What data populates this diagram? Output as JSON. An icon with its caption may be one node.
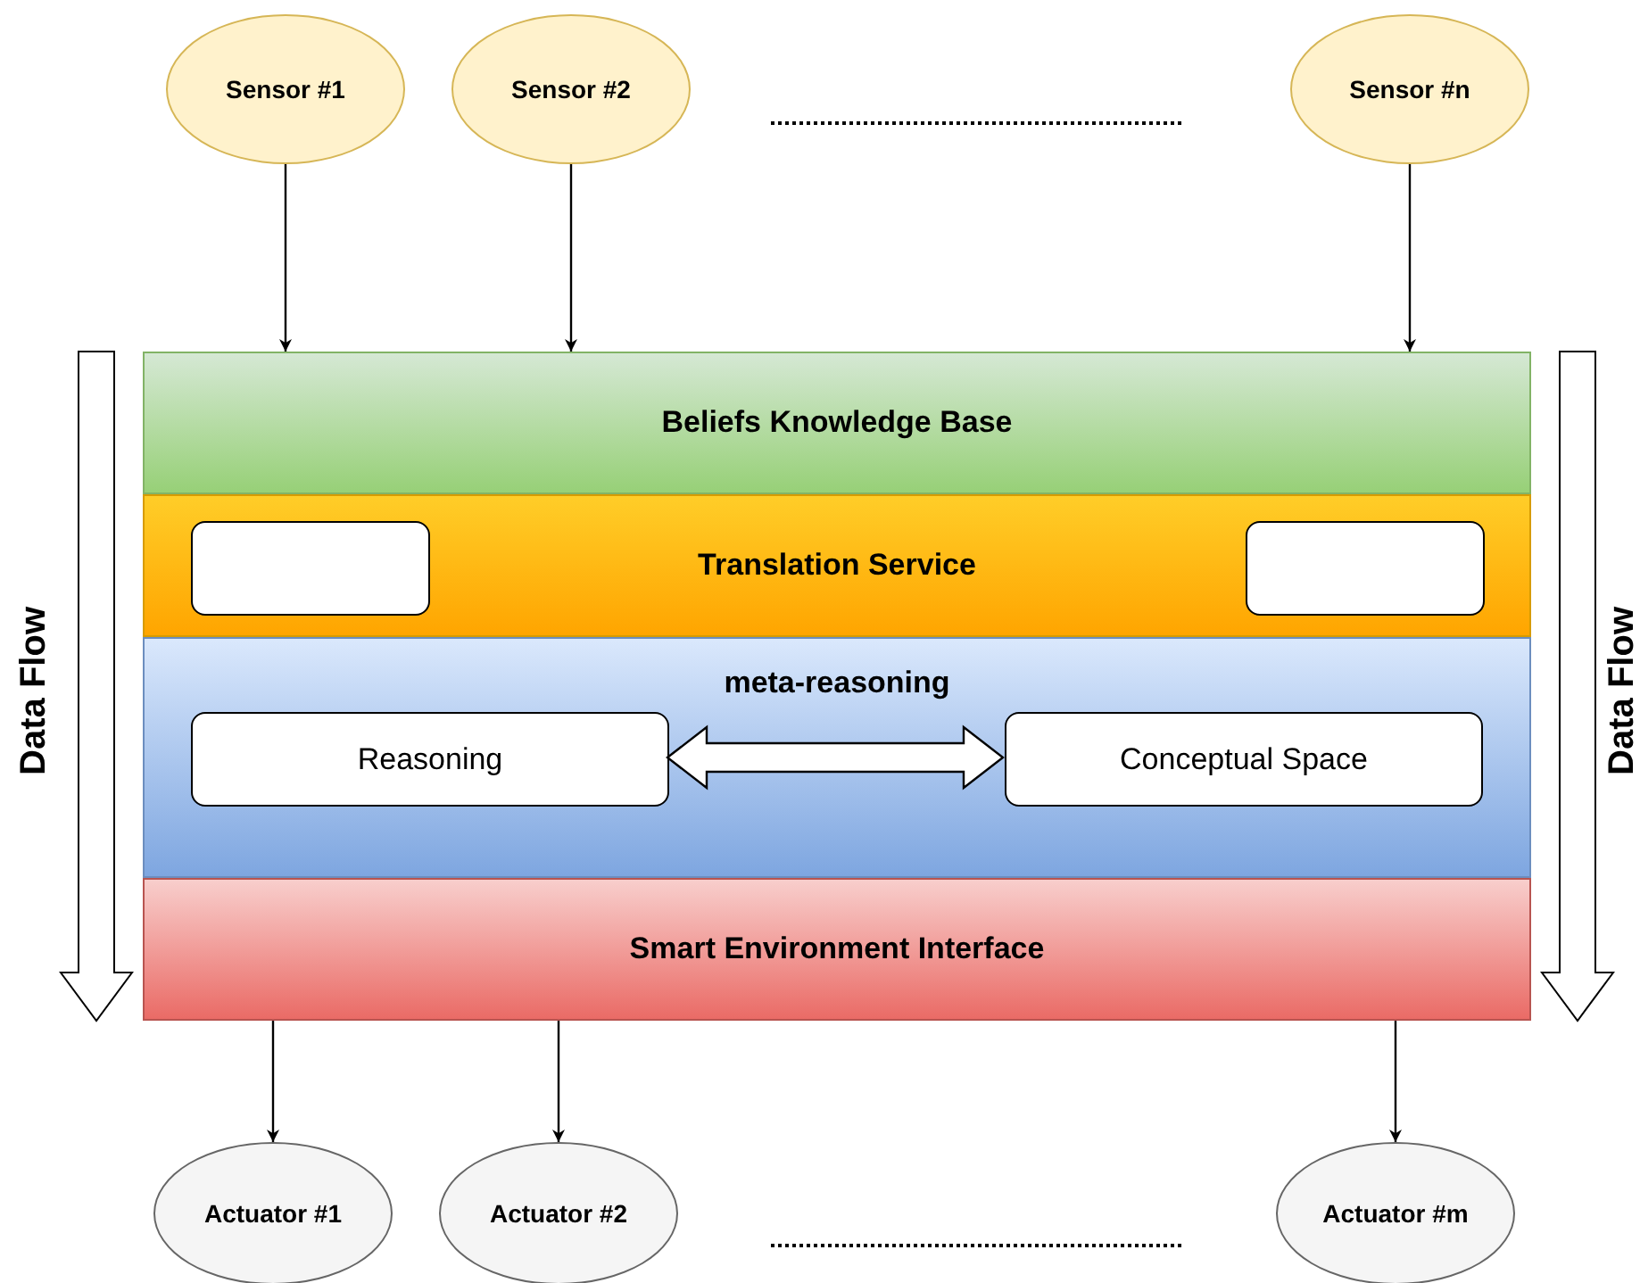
{
  "diagram": {
    "nodes": [
      {
        "text": [
          "Sensor #1"
        ]
      },
      {
        "text": [
          "Sensor #2"
        ]
      },
      {
        "text": [
          "Sensor #n"
        ]
      },
      {
        "text": [
          "Beliefs Knowledge Base"
        ]
      },
      {
        "text": [
          "Translation Service"
        ]
      },
      {
        "text": [],
        "shape": "box",
        "in": 4
      },
      {
        "text": [],
        "shape": "box",
        "in": 4
      },
      {
        "text": [
          "meta-reasoning"
        ]
      },
      {
        "text": [
          "Reasoning"
        ],
        "in": 7
      },
      {
        "text": [
          "Conceptual Space"
        ],
        "in": 7
      },
      {
        "text": [
          "Smart Environment Interface"
        ]
      },
      {
        "text": [
          "Actuator #1"
        ]
      },
      {
        "text": [
          "Actuator #2"
        ]
      },
      {
        "text": [
          "Actuator #m"
        ]
      }
    ],
    "edges": [
      {
        "from": 0,
        "to": 3,
        "arrow": "to"
      },
      {
        "from": 1,
        "to": 3,
        "arrow": "to"
      },
      {
        "from": 2,
        "to": 3,
        "arrow": "to"
      },
      {
        "from": 8,
        "to": 9,
        "arrow": "both",
        "style": "thick"
      },
      {
        "from": 10,
        "to": 11,
        "arrow": "to"
      },
      {
        "from": 10,
        "to": 12,
        "arrow": "to"
      },
      {
        "from": 10,
        "to": 13,
        "arrow": "to"
      }
    ],
    "labels": [
      "Data Flow",
      "Data Flow"
    ]
  }
}
